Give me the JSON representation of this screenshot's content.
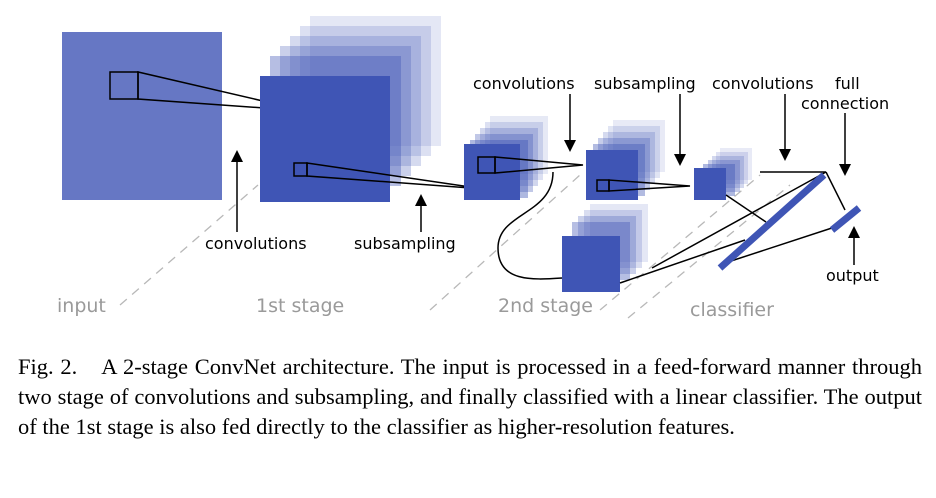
{
  "colors": {
    "primary": "#3f55b5",
    "input": "#6677c4",
    "stage_text": "#9a9a9a",
    "dashed": "#b8b8b8"
  },
  "labels": {
    "conv1": "convolutions",
    "sub1": "subsampling",
    "conv2": "convolutions",
    "sub2": "subsampling",
    "conv3": "convolutions",
    "full_line1": "full",
    "full_line2": "connection",
    "output": "output"
  },
  "stages": {
    "input": "input",
    "stage1": "1st stage",
    "stage2": "2nd stage",
    "classifier": "classifier"
  },
  "caption": {
    "fig": "Fig. 2.",
    "text": "A 2-stage ConvNet architecture. The input is processed in a feed-forward manner through two stage of convolutions and subsampling, and finally classified with a linear classifier. The output of the 1st stage is also fed directly to the classifier as higher-resolution features."
  }
}
